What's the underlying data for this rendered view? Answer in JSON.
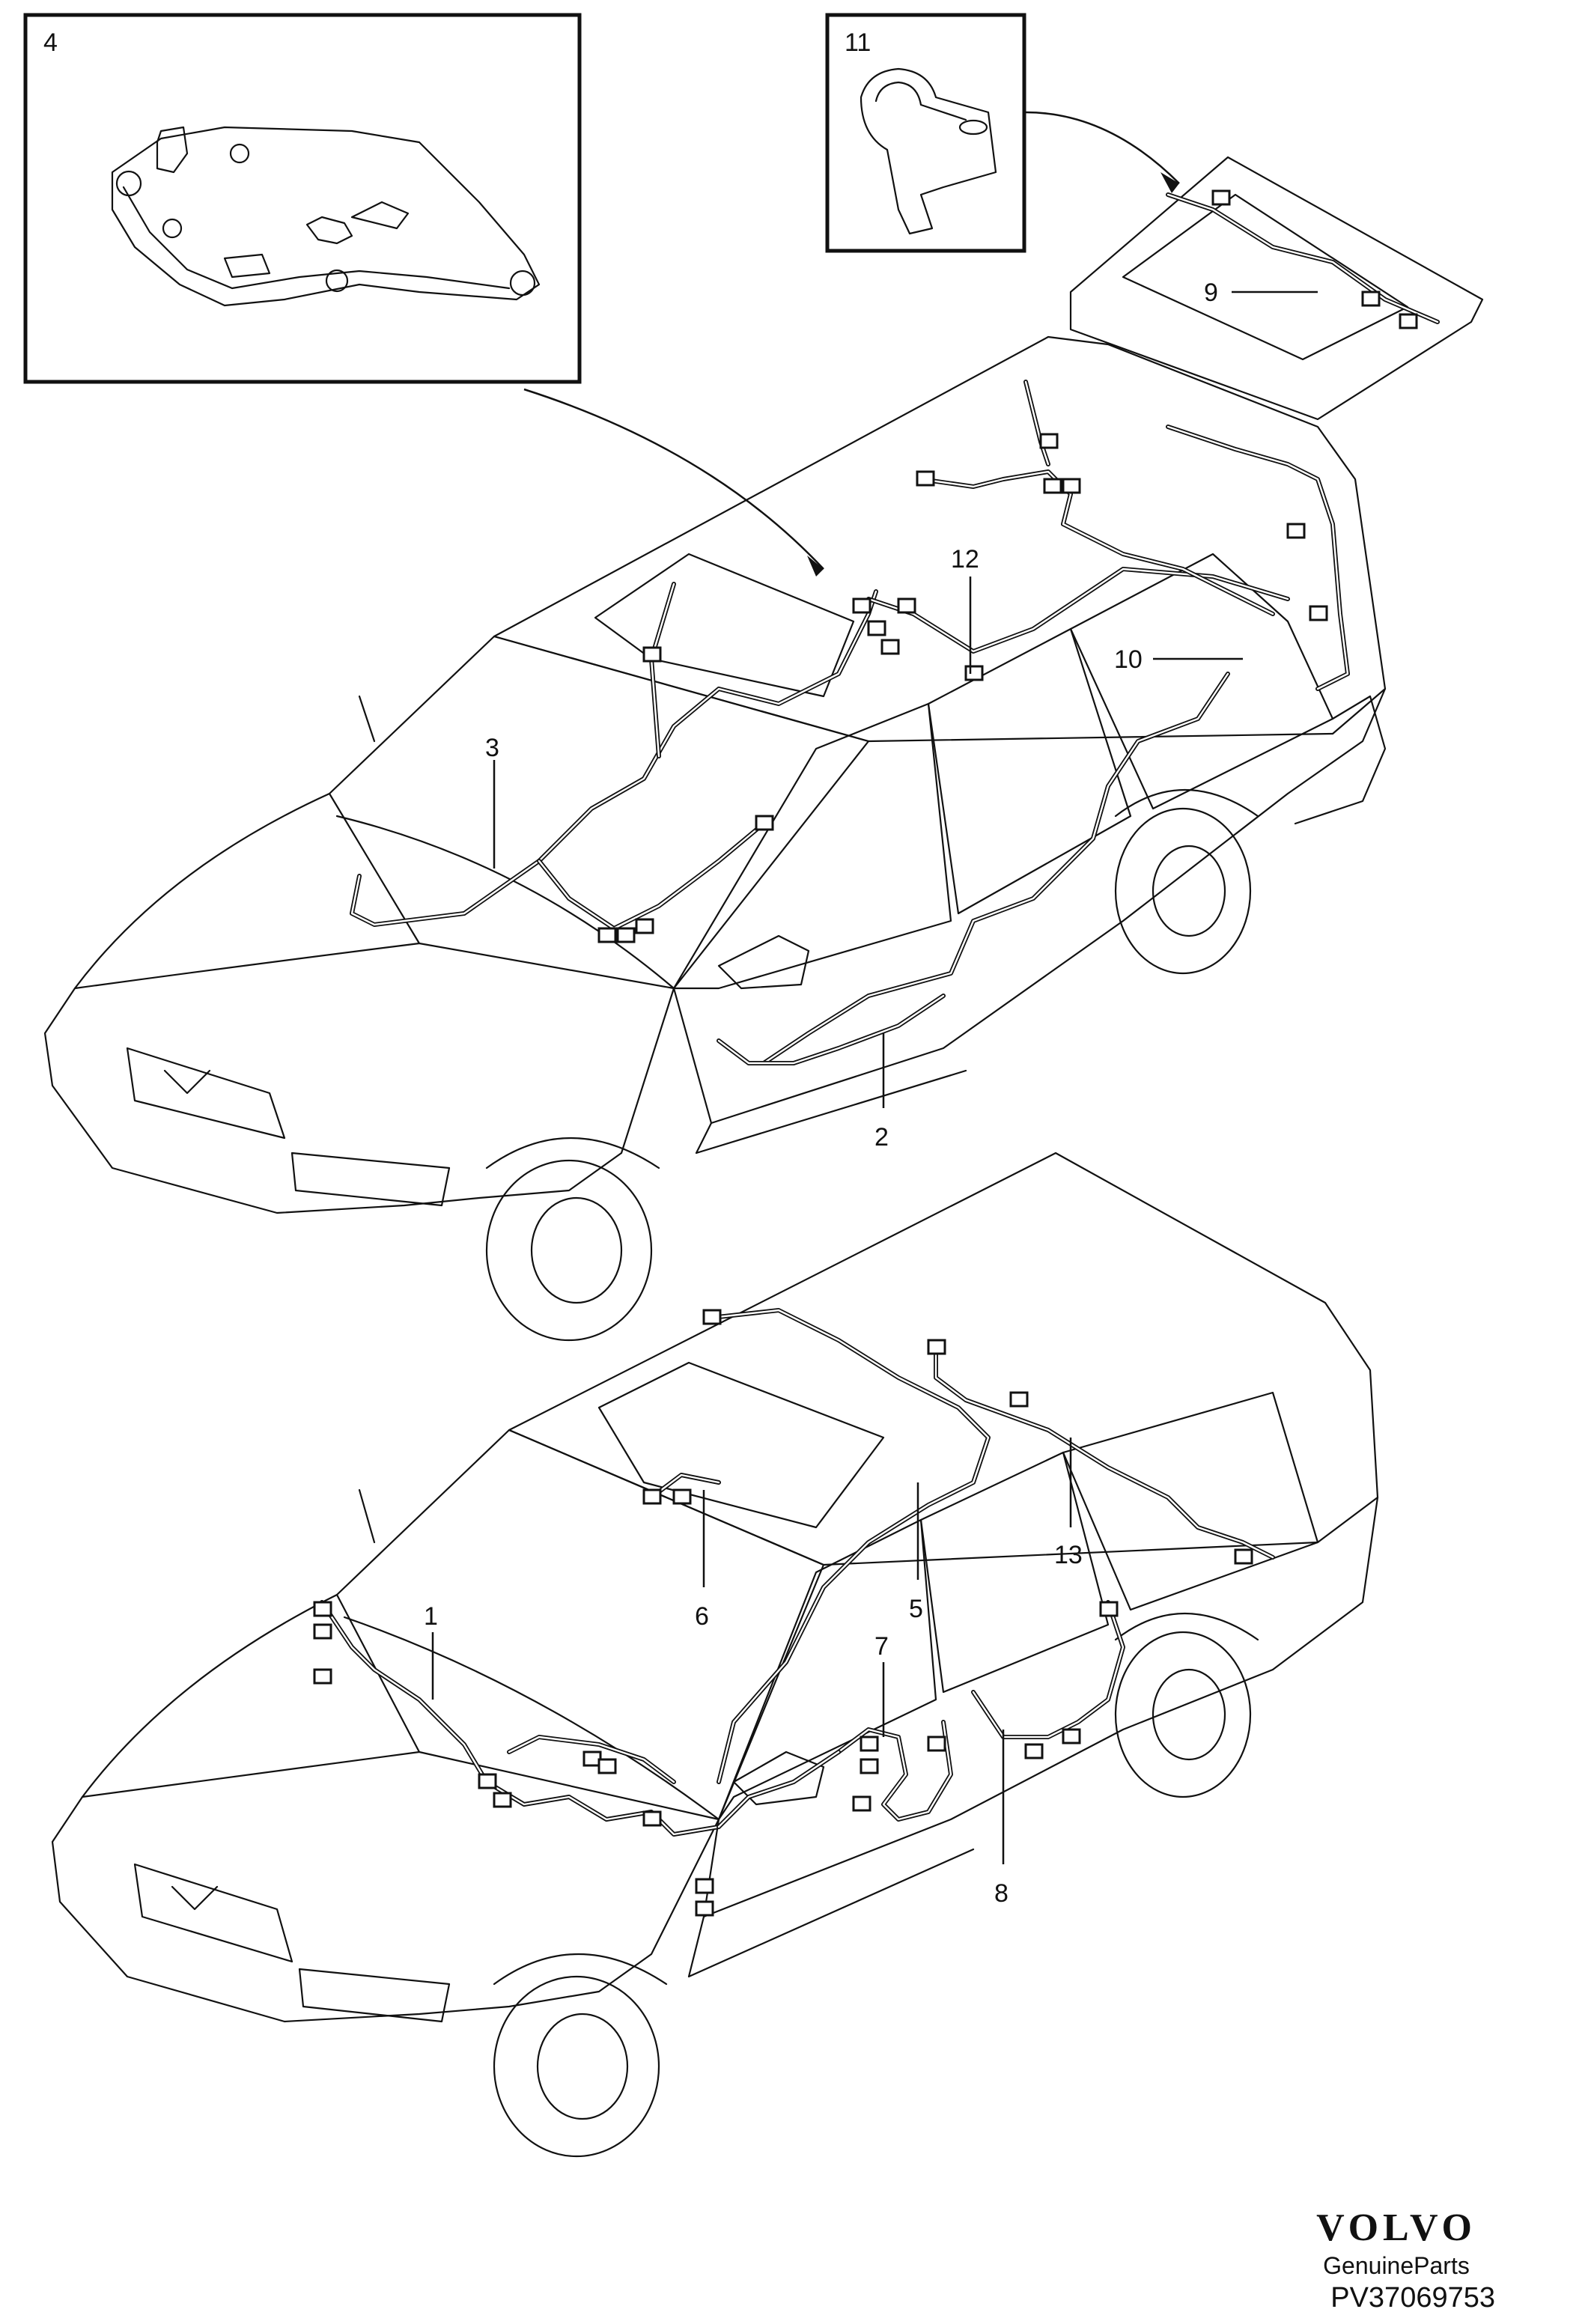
{
  "callouts": {
    "c1": "1",
    "c2": "2",
    "c3": "3",
    "c4": "4",
    "c5": "5",
    "c6": "6",
    "c7": "7",
    "c8": "8",
    "c9": "9",
    "c10": "10",
    "c11": "11",
    "c12": "12",
    "c13": "13"
  },
  "brand": {
    "logo": "VOLVO",
    "subtitle": "GenuineParts"
  },
  "figure_code": "PV37069753",
  "colors": {
    "ink": "#111111",
    "background": "#ffffff"
  }
}
